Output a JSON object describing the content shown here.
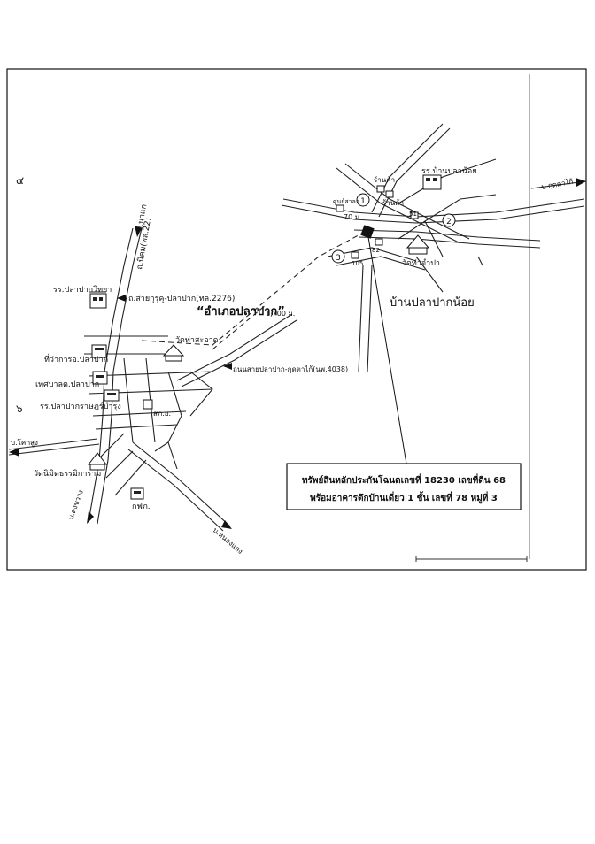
{
  "map": {
    "district_title": "“อำเภอปลาปาก”",
    "village_title": "บ้านปลาปากน้อย",
    "distance_km": "1,700 ม.",
    "distance_70": "70 ม.",
    "labels": {
      "to_na_kae": "บ.นาแก",
      "road_nakae_no": "ถ.นิคม(ทล.22)",
      "road_saikrut": "ถ.สายกุรุคุ-ปลาปาก(ทล.2276)",
      "road_4038": "ถนนสายปลาปาก-กุดตาไก้(นพ.4038)",
      "school_plapak": "รร.ปลาปากวิทยา",
      "district_office": "ที่ว่าการอ.ปลาปาก",
      "municipality": "เทศบาลต.ปลาปาก",
      "school_plapakrat": "รร.ปลาปากราษฎร์บำรุง",
      "wat_nimit": "วัดนิมิตธรรมิการาม",
      "egat": "กฟภ.",
      "wat_tha_sa_at": "วัดท่าสะอาด",
      "police": "สภ.อ.",
      "to_khok_sung": "บ.โคกสูง",
      "to_nong_sang": "บ.ดงขวาง",
      "to_nong_kham": "บ.หนองแสง",
      "to_kut_ta_kai": "บ.กุดตาไก้",
      "school_ban_plapak_noi": "รร.บ้านปลาน้อย",
      "shop1": "ร้านค้า",
      "shop2": "ร้านค้า",
      "sala": "ศูนย์สาลา",
      "wat_tha_champa": "วัดท่าจำปา",
      "num_51": "51",
      "num_82": "82",
      "num_105": "105",
      "circle_1": "1",
      "circle_2": "2",
      "circle_3": "3"
    },
    "note": {
      "line1": "ทรัพย์สินหลักประกันโฉนดเลขที่ 18230 เลขที่ดิน 68",
      "line2": "พร้อมอาคารตึกบ้านเดี่ยว 1 ชั้น เลขที่ 78 หมู่ที่ 3"
    },
    "side_mark_1": "๔",
    "side_mark_2": "๖"
  }
}
